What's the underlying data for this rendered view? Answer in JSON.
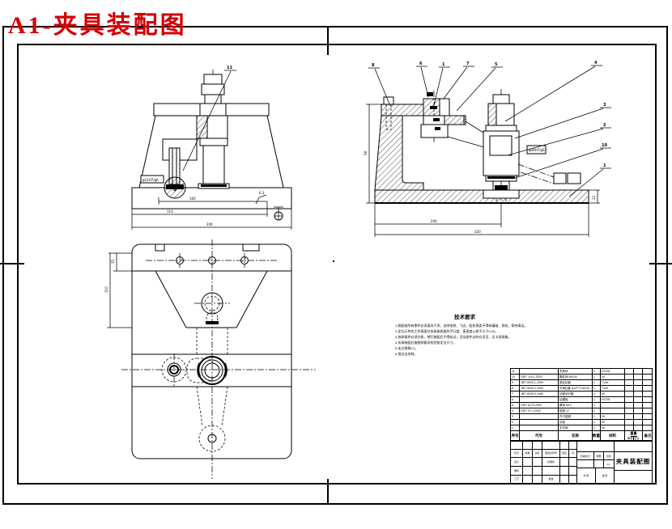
{
  "sheet": {
    "red_title": "A1-夹具装配图"
  },
  "balloons": {
    "front": "11",
    "section_top": [
      "8",
      "6",
      "1",
      "7",
      "5",
      "4"
    ],
    "section_right": [
      "3",
      "2",
      "10",
      "1"
    ]
  },
  "dims": {
    "front": [
      "160",
      "110",
      "240",
      "6.3"
    ],
    "section": [
      "58",
      "240",
      "320",
      "12"
    ],
    "top": [
      "35",
      "110"
    ]
  },
  "labels": {
    "front_fit": "φ12H7/g6",
    "section_fit": "φ18H7/g6"
  },
  "tech": {
    "title": "技术要求",
    "items": [
      "1.装配前所有零件必须清洗干净，去除毛刺、飞边，配合表面不得有磕碰、划伤，保持清洁。",
      "2.定位元件的工作表面对夹具体底面的平行度、垂直度公差不大于0.02。",
      "3.各联接件必须拧紧，销钉装配后不得松动，活动部件动作应灵活、无卡滞现象。",
      "4.夹具装配后按图样要求检验各定位尺寸。",
      "5.未注倒角C1。",
      "6.锐边去毛刺。"
    ]
  },
  "bom": {
    "headers": {
      "seq": "序号",
      "code": "代号",
      "name": "名称",
      "qty": "数量",
      "material": "材料",
      "weight": "重量",
      "single": "单件",
      "total": "总计",
      "remark": "备注"
    },
    "rows": [
      [
        "11",
        "",
        "夹具体",
        "1",
        "HT200",
        "",
        "",
        ""
      ],
      [
        "10",
        "GB/T 119.1-2000",
        "圆柱销 A8×30",
        "1",
        "35",
        "",
        "",
        ""
      ],
      [
        "9",
        "JB/T 8045.1-1999",
        "固定钻套",
        "1",
        "T10A",
        "",
        "",
        ""
      ],
      [
        "8",
        "JB/T 8045.2-1999",
        "可换钻套 φ11F7×18×25",
        "1",
        "T10A",
        "",
        "",
        ""
      ],
      [
        "7",
        "JB/T 8045.3-1995",
        "钻套用衬套",
        "1",
        "45",
        "",
        "",
        ""
      ],
      [
        "6",
        "",
        "钻模板",
        "1",
        "HT200",
        "",
        "",
        ""
      ],
      [
        "5",
        "GB/T 6170-2000",
        "螺母 M12",
        "1",
        "",
        "",
        "",
        ""
      ],
      [
        "4",
        "GB/T 97.1-2002",
        "垫圈 12",
        "1",
        "",
        "",
        "",
        ""
      ],
      [
        "3",
        "",
        "开口垫圈",
        "1",
        "45",
        "",
        "",
        ""
      ],
      [
        "2",
        "",
        "压板",
        "1",
        "45",
        "",
        "",
        ""
      ],
      [
        "1",
        "",
        "定位销",
        "1",
        "45",
        "",
        "",
        ""
      ]
    ]
  },
  "title_block": {
    "drawing_title": "夹具装配图",
    "r0": [
      "",
      "",
      "",
      "",
      "",
      ""
    ],
    "r1": [
      "标记",
      "处数",
      "分区",
      "更改文件号",
      "签名",
      "年、月、日"
    ],
    "r2": [
      "设计",
      "",
      "",
      "标准化",
      "",
      ""
    ],
    "r3": [
      "审核",
      "",
      "",
      "",
      "",
      ""
    ],
    "r4": [
      "工艺",
      "",
      "",
      "批准",
      "",
      ""
    ],
    "stage_label": "阶段标记",
    "weight_label": "重量",
    "scale_label": "比例",
    "scale_value": "1:1",
    "sheet_label_1": "共 张",
    "sheet_label_2": "第 张"
  }
}
